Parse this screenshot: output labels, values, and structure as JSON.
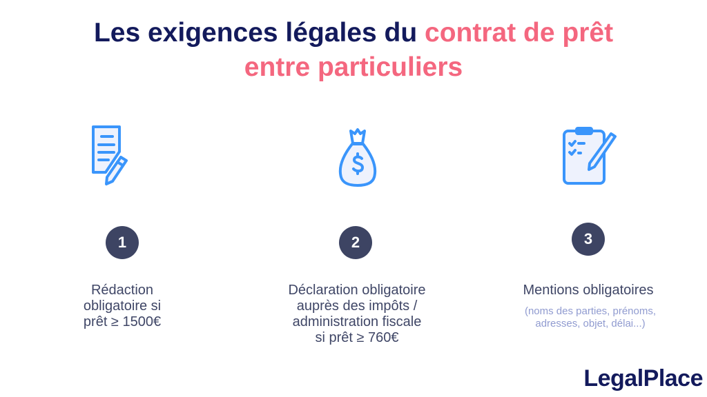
{
  "title": {
    "part1": "Les exigences légales du ",
    "part2": "contrat de prêt",
    "line2": "entre particuliers"
  },
  "colors": {
    "navy": "#131a5c",
    "pink": "#f4677f",
    "icon_blue": "#3a95fb",
    "circle": "#3d4463"
  },
  "steps": [
    {
      "number": "1",
      "icon": "document-pencil-icon",
      "text": [
        "Rédaction",
        "obligatoire si",
        "prêt ≥ 1500€"
      ]
    },
    {
      "number": "2",
      "icon": "money-bag-icon",
      "text": [
        "Déclaration obligatoire",
        "auprès des impôts /",
        "administration fiscale",
        "si prêt ≥ 760€"
      ]
    },
    {
      "number": "3",
      "icon": "clipboard-checklist-icon",
      "text": [
        "Mentions obligatoires"
      ],
      "subtext": [
        "(noms des parties, prénoms,",
        "adresses, objet, délai...)"
      ]
    }
  ],
  "logo": "LegalPlace"
}
